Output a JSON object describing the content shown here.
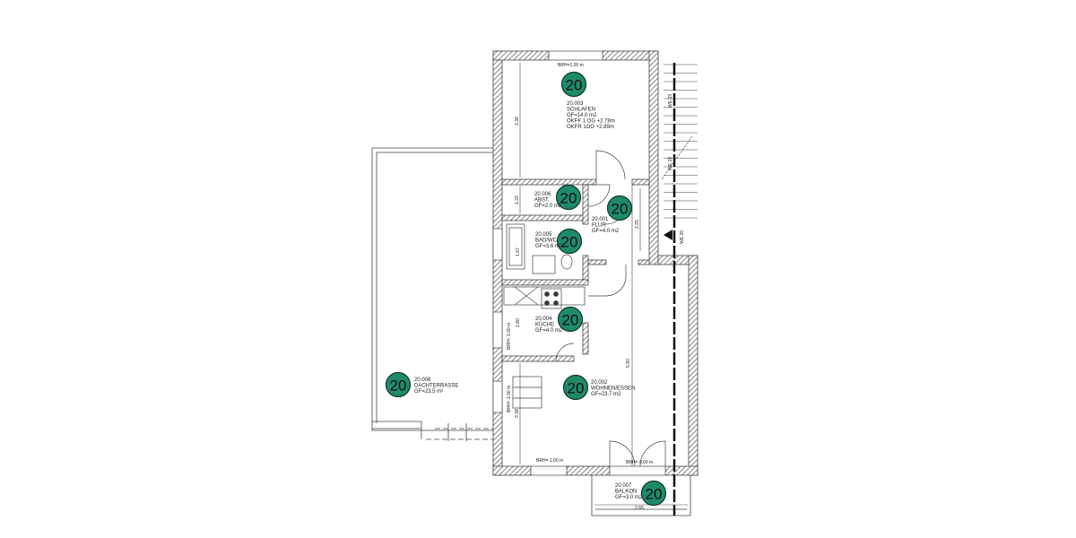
{
  "colors": {
    "badge_fill": "#1f8a6a",
    "badge_stroke": "#0c3a2c",
    "wall": "#555555"
  },
  "badge_text": "20",
  "rooms": [
    {
      "id": "20.003",
      "name": "SCHLAFEN",
      "area": "GF=14.0 m2",
      "extra": [
        "OKFF 1.OG +2.78m",
        "OKFR 1OG +2.89m"
      ]
    },
    {
      "id": "20.006",
      "name": "ABST.",
      "area": "GF=2.0 m2"
    },
    {
      "id": "20.001",
      "name": "FLUR",
      "area": "GF=4.0 m2"
    },
    {
      "id": "20.005",
      "name": "BAD/WC",
      "area": "GF=3.6 m2"
    },
    {
      "id": "20.004",
      "name": "KÜCHE",
      "area": "GF=4.0 m2"
    },
    {
      "id": "20.002",
      "name": "WOHNEN/ESSEN",
      "area": "GF=23.7 m2"
    },
    {
      "id": "20.008",
      "name": "DACHTERRASSE",
      "area": "GF=23.5 m²"
    },
    {
      "id": "20.007",
      "name": "BALKON",
      "area": "GF=3.0 m2"
    }
  ],
  "dimensions": {
    "brh_top": "BRH=1.00 m",
    "brh_bottom": "BRH= 1.00 m",
    "brh_door": "BRH= 0.00 m",
    "brh_side": "BRH= 1.00 m",
    "brh_side2": "BRH= 1.00 m",
    "schlafen_height": "3.38",
    "abst_height": "1.33",
    "flur_height": "2.25",
    "wohnen_height": "5.80",
    "wohnen_side": "3.38",
    "bad_height": "1.87",
    "kueche_height": "1.80",
    "balkon_width": "2.65",
    "stair_top": "WE.23",
    "stair_mid": "WE.19",
    "stair_bottom": "WE.20"
  }
}
